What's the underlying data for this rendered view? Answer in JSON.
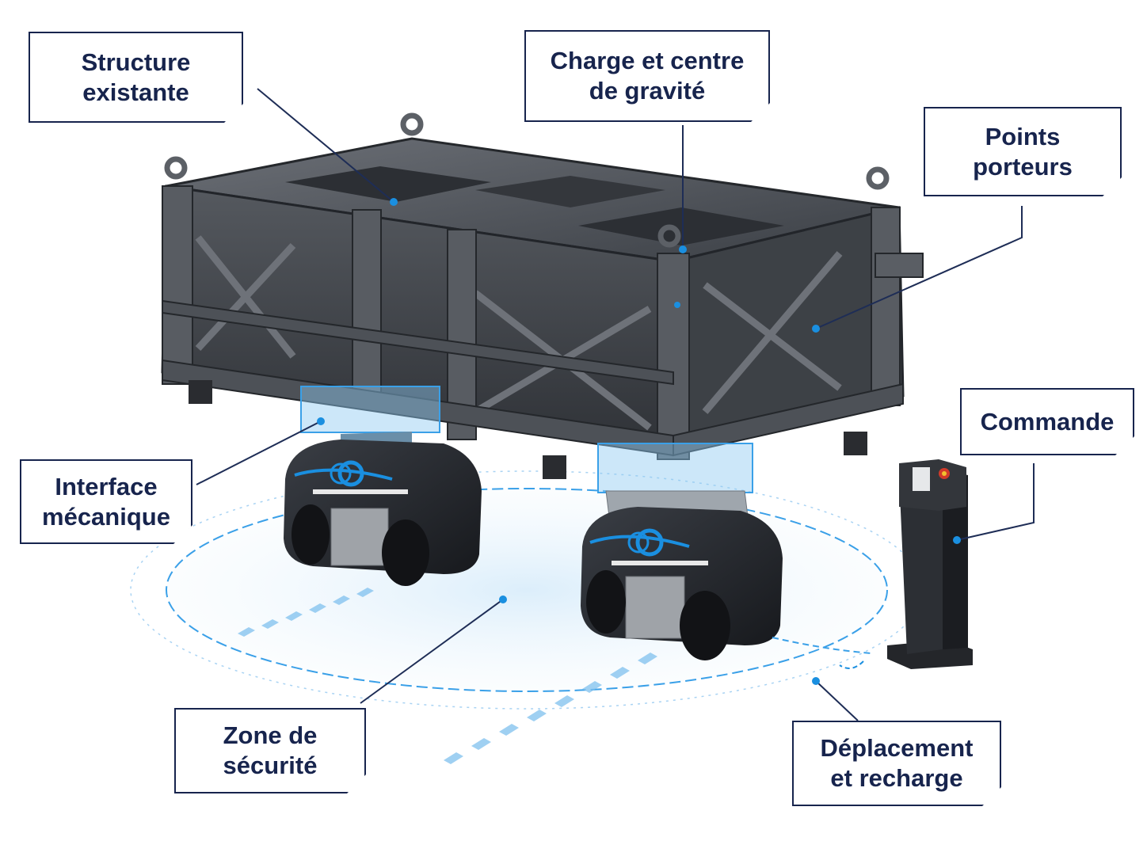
{
  "labels": {
    "structure": "Structure\nexistante",
    "charge": "Charge et centre\nde gravité",
    "points": "Points\nporteurs",
    "commande": "Commande",
    "interface": "Interface\nmécanique",
    "zone": "Zone de\nsécurité",
    "deplacement": "Déplacement\net recharge"
  },
  "colors": {
    "accent": "#1a8fe0",
    "navy": "#17244d",
    "steel": "#4a4e55",
    "robot": "#2a2d33"
  }
}
